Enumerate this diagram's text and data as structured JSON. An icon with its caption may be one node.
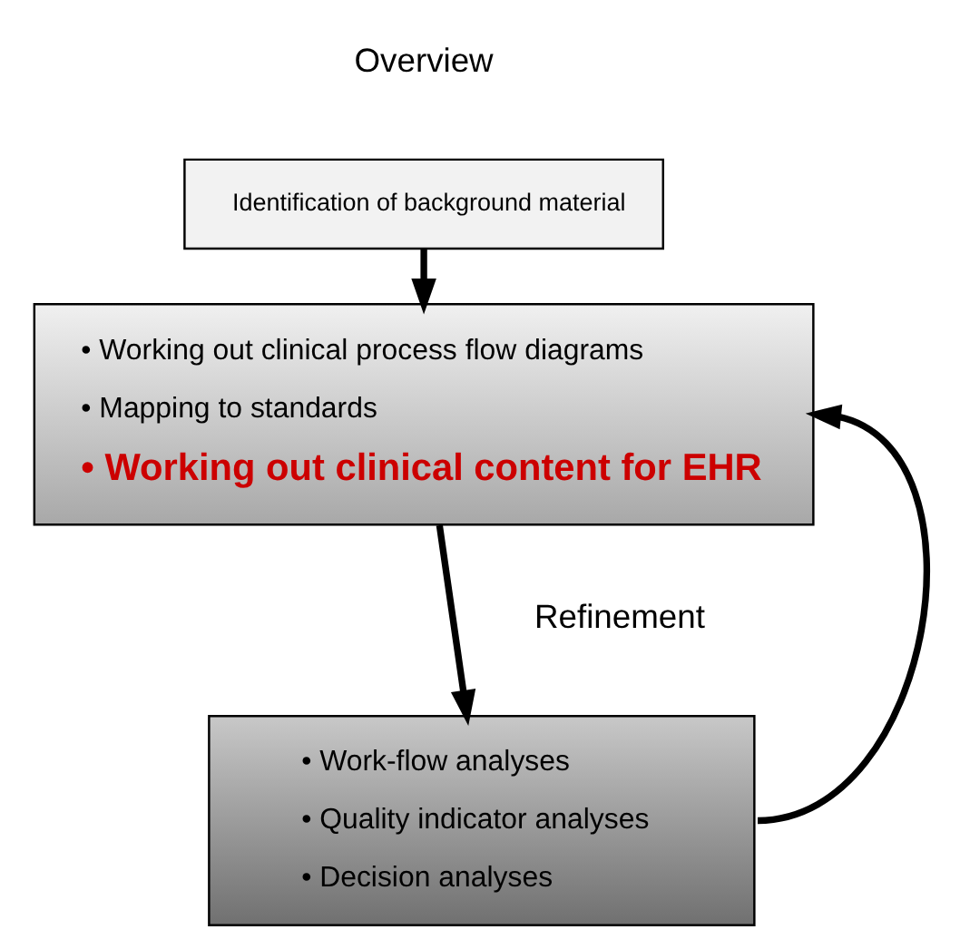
{
  "diagram": {
    "nodes": [
      {
        "text": [
          "Identification of background material"
        ]
      },
      {
        "text": [
          "• Working out clinical process flow diagrams",
          "• Mapping to standards",
          "• Working out clinical content for EHR"
        ]
      },
      {
        "text": [
          "• Work-flow analyses",
          "• Quality indicator analyses",
          "• Decision analyses"
        ]
      }
    ],
    "edges": [
      {
        "from": 0,
        "to": 1,
        "arrow": "to"
      },
      {
        "from": 1,
        "to": 2,
        "arrow": "to"
      },
      {
        "from": 2,
        "to": 1,
        "arrow": "to"
      }
    ],
    "labels": [
      "Overview",
      "Refinement"
    ]
  }
}
